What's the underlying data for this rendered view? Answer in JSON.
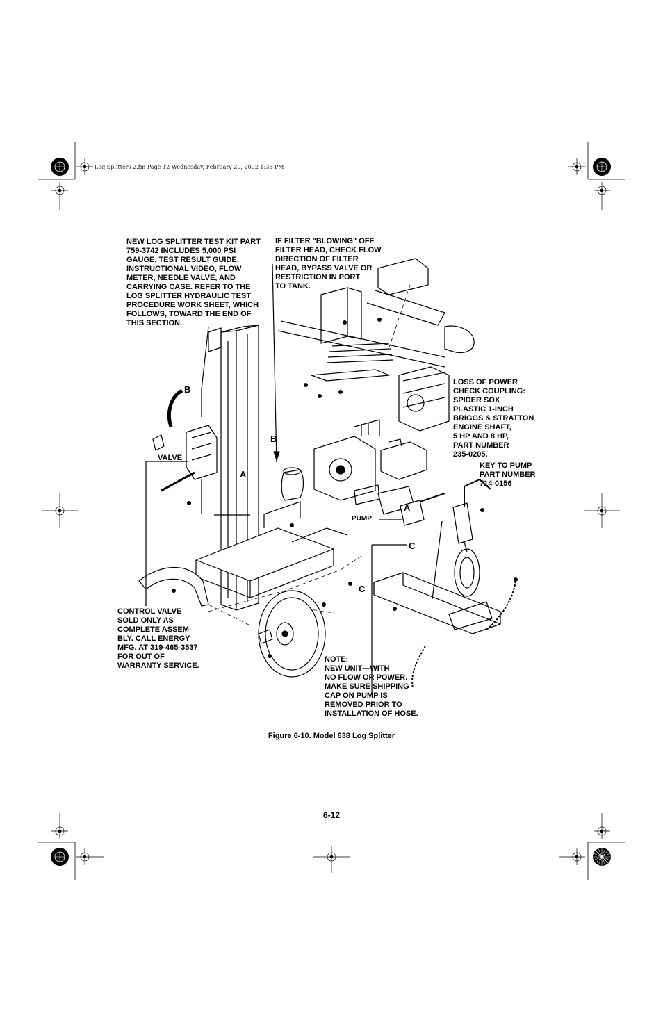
{
  "header": {
    "file_info": "Log Splitters 2.fm  Page 12  Wednesday, February 20, 2002  1:35 PM"
  },
  "notes": {
    "test_kit": "NEW LOG SPLITTER TEST KIT PART\n759-3742 INCLUDES 5,000 PSI\nGAUGE, TEST RESULT GUIDE,\nINSTRUCTIONAL VIDEO, FLOW\nMETER, NEEDLE VALVE, AND\nCARRYING CASE.  REFER TO THE\nLOG SPLITTER HYDRAULIC TEST\nPROCEDURE WORK SHEET, WHICH\nFOLLOWS, TOWARD THE END OF\nTHIS SECTION.",
    "filter": "IF FILTER \"BLOWING\" OFF\nFILTER HEAD, CHECK FLOW\nDIRECTION OF FILTER\nHEAD, BYPASS VALVE OR\nRESTRICTION IN PORT\nTO TANK.",
    "power": "LOSS OF POWER\nCHECK COUPLING:\nSPIDER SOX\nPLASTIC 1-INCH\nBRIGGS & STRATTON\nENGINE SHAFT,\n5 HP AND 8 HP,\nPART NUMBER\n235-0205.",
    "key": "KEY TO PUMP\nPART NUMBER\n714-0156",
    "control_valve": "CONTROL VALVE\nSOLD ONLY AS\nCOMPLETE ASSEM-\nBLY. CALL ENERGY\nMFG. AT 319-465-3537\nFOR OUT OF\nWARRANTY SERVICE.",
    "new_unit": "NOTE:\nNEW UNIT—WITH\nNO FLOW OR POWER.\nMAKE SURE SHIPPING\nCAP ON PUMP IS\nREMOVED PRIOR TO\nINSTALLATION OF HOSE."
  },
  "labels": {
    "valve": "VALVE",
    "pump": "PUMP",
    "a_left": "A",
    "a_right": "A",
    "b_top": "B",
    "b_mid": "B",
    "c_right": "C",
    "c_bottom": "C"
  },
  "caption": "Figure 6-10.  Model 638 Log Splitter",
  "page_number": "6-12"
}
